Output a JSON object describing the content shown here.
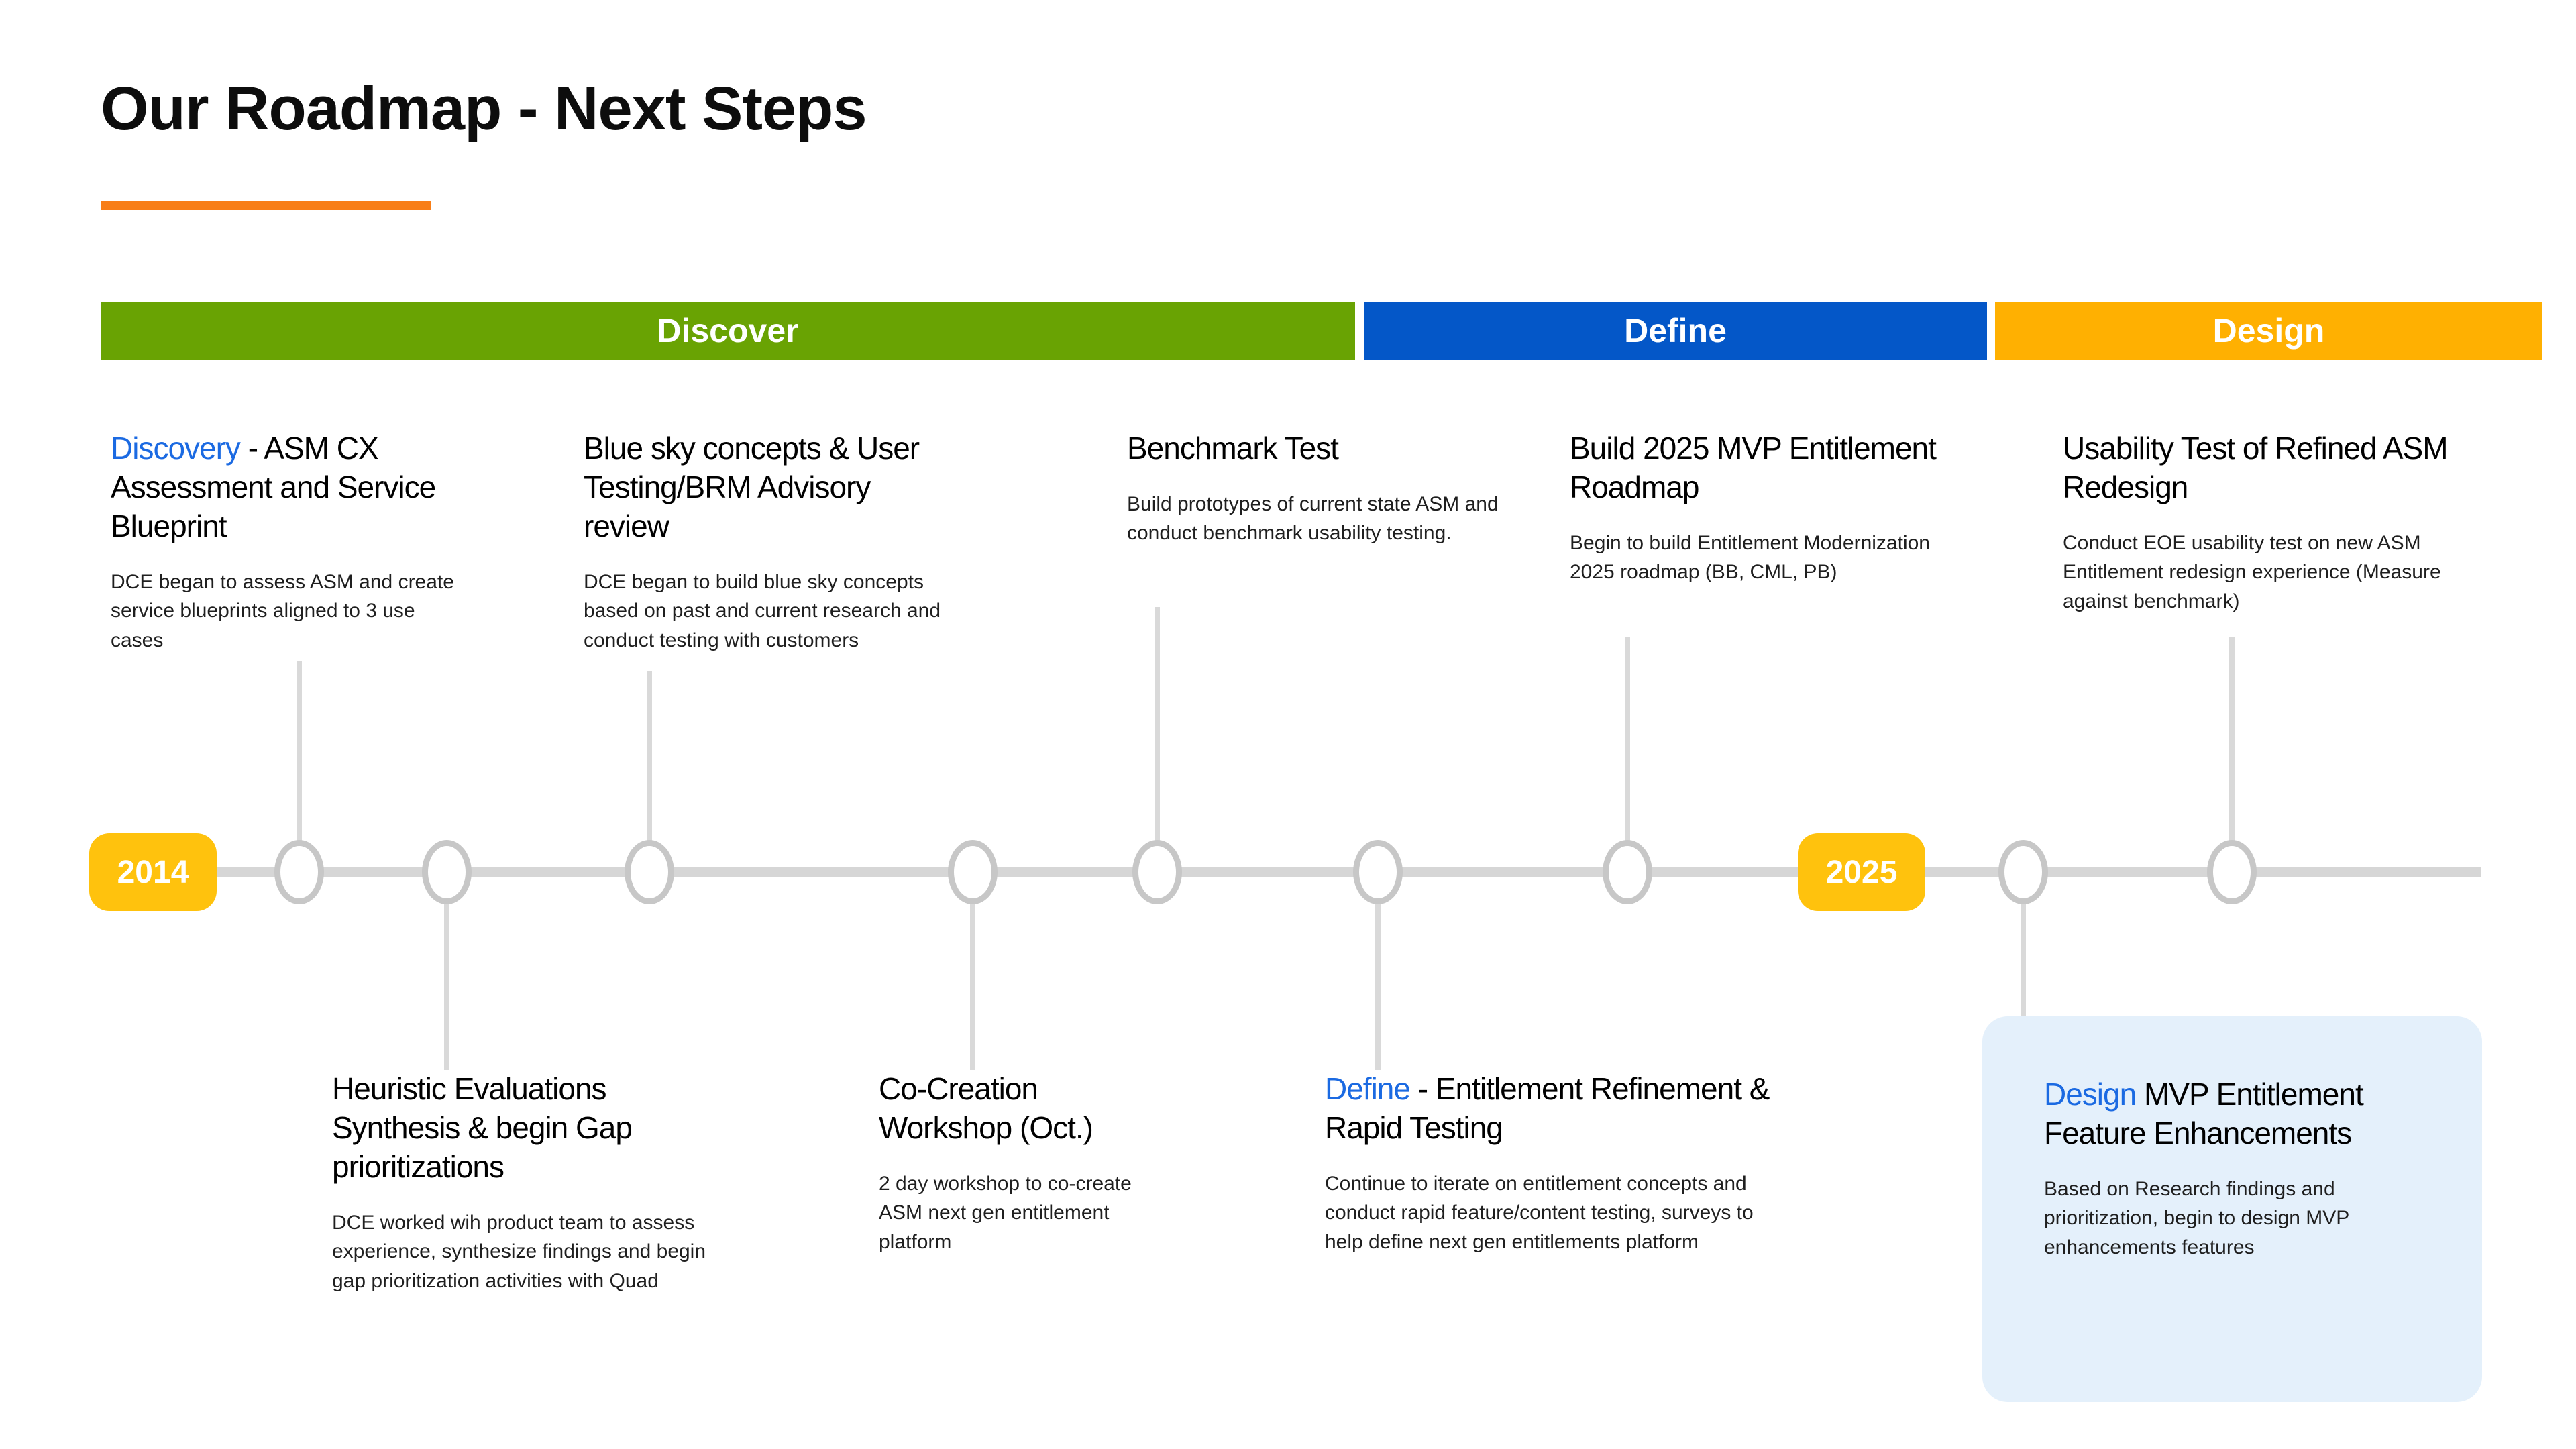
{
  "slide": {
    "title": "Our Roadmap - Next Steps"
  },
  "phases": [
    {
      "label": "Discover",
      "color": "#69A303"
    },
    {
      "label": "Define",
      "color": "#0457C8"
    },
    {
      "label": "Design",
      "color": "#FFB001"
    }
  ],
  "timeline": {
    "start_badge": "2014",
    "end_badge": "2025",
    "badge_color": "#FFC20D"
  },
  "colors": {
    "accent_text": "#1B6AE2",
    "underline": "#F87E17",
    "highlight_box": "#E4F0FB",
    "line_gray": "#D6D6D6"
  },
  "milestones_top": [
    {
      "accent": "Discovery",
      "heading": " - ASM CX Assessment and Service Blueprint",
      "body": "DCE began to assess ASM and create service blueprints aligned to 3 use cases"
    },
    {
      "accent": "",
      "heading": "Blue sky concepts & User Testing/BRM Advisory review",
      "body": "DCE began to build blue sky concepts based on past and current research and conduct testing with customers"
    },
    {
      "accent": "",
      "heading": "Benchmark Test",
      "body": "Build prototypes of current state ASM and conduct benchmark usability testing."
    },
    {
      "accent": "",
      "heading": "Build 2025 MVP Entitlement Roadmap",
      "body": "Begin to build Entitlement Modernization 2025 roadmap (BB, CML, PB)"
    },
    {
      "accent": "",
      "heading": "Usability Test of Refined ASM Redesign",
      "body": "Conduct EOE usability test on new ASM Entitlement redesign experience (Measure against benchmark)"
    }
  ],
  "milestones_bottom": [
    {
      "accent": "",
      "heading": "Heuristic Evaluations Synthesis & begin Gap prioritizations",
      "body": "DCE worked wih product team to assess experience, synthesize findings and begin gap prioritization activities with Quad"
    },
    {
      "accent": "",
      "heading": "Co-Creation Workshop (Oct.)",
      "body": "2 day workshop to co-create ASM next gen entitlement platform"
    },
    {
      "accent": "Define",
      "heading": " - Entitlement Refinement & Rapid Testing",
      "body": "Continue to iterate on entitlement concepts and conduct rapid feature/content testing, surveys to help define next gen entitlements platform"
    },
    {
      "accent": "Design",
      "heading": " MVP Entitlement Feature Enhancements",
      "body": "Based on Research findings and prioritization, begin to design MVP enhancements features"
    }
  ]
}
